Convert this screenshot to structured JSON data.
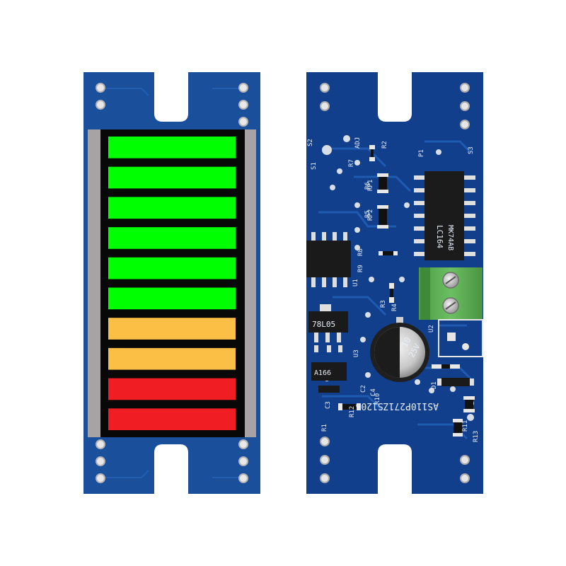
{
  "image": {
    "background_color": "#ffffff"
  },
  "front_board": {
    "pcb_color": "#1a4f9c",
    "display_frame_color": "#a7a3a5",
    "bargraph": {
      "segment_count": 10,
      "segments": [
        {
          "color": "#00ff00"
        },
        {
          "color": "#00ff00"
        },
        {
          "color": "#00ff00"
        },
        {
          "color": "#00ff00"
        },
        {
          "color": "#00ff00"
        },
        {
          "color": "#00ff00"
        },
        {
          "color": "#fcbf46"
        },
        {
          "color": "#fcbf46"
        },
        {
          "color": "#f01e22"
        },
        {
          "color": "#f01e22"
        }
      ]
    }
  },
  "back_board": {
    "pcb_color": "#123f8c",
    "silkscreen": {
      "board_id": "AS110P271ZS1206",
      "cap_line1": "10",
      "cap_line2": "25V",
      "ic_regulator": "78L05",
      "ic_shift_line1": "LC164",
      "ic_shift_line2": "MK74AB",
      "ic_small": "A166",
      "labels": [
        "S2",
        "ADJ",
        "S1",
        "R2",
        "P1",
        "S3",
        "R7",
        "R6",
        "R5",
        "R3",
        "R4",
        "R1",
        "U1",
        "U2",
        "U3",
        "C2",
        "C3",
        "C4",
        "D1",
        "RP1",
        "RP2",
        "R10",
        "R12",
        "R13",
        "R11",
        "R8",
        "R9"
      ]
    },
    "terminal_block_color": "#5aab52"
  }
}
